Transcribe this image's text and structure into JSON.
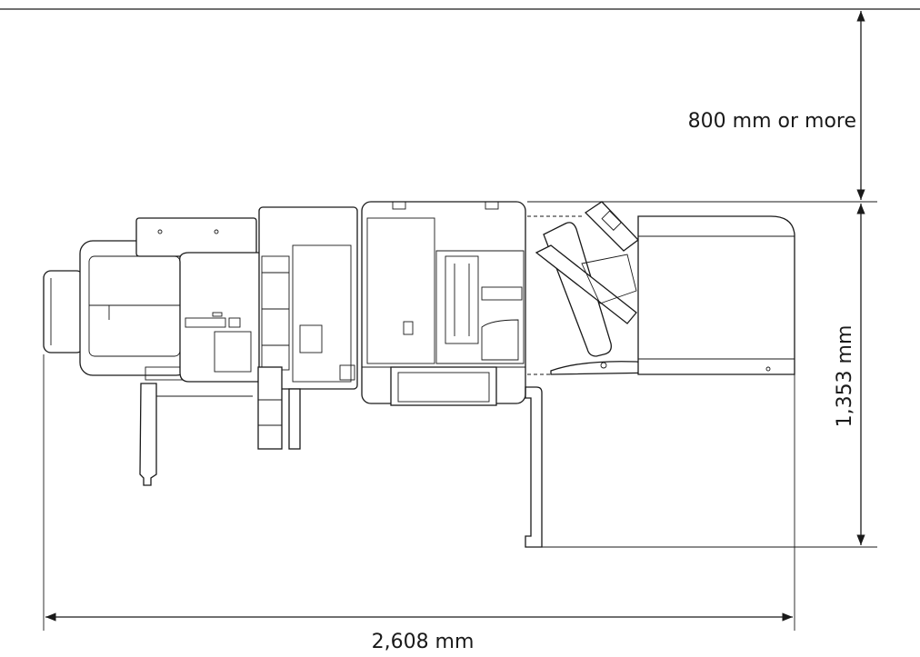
{
  "dimensions": {
    "rear_clearance": "800 mm or more",
    "depth": "1,353 mm",
    "width": "2,608 mm"
  }
}
